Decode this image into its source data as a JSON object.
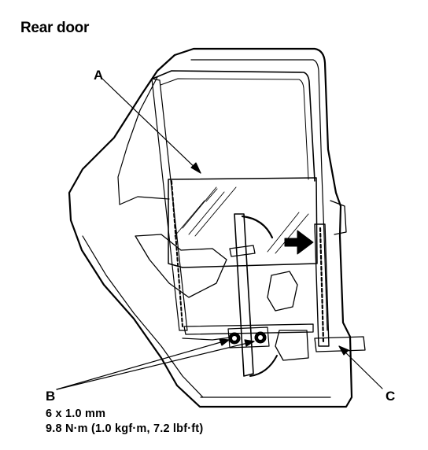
{
  "title": "Rear door",
  "callouts": {
    "a": "A",
    "b": "B",
    "c": "C"
  },
  "specs": {
    "bolt_size": "6 x 1.0 mm",
    "torque": "9.8 N·m (1.0 kgf·m, 7.2 lbf·ft)"
  }
}
